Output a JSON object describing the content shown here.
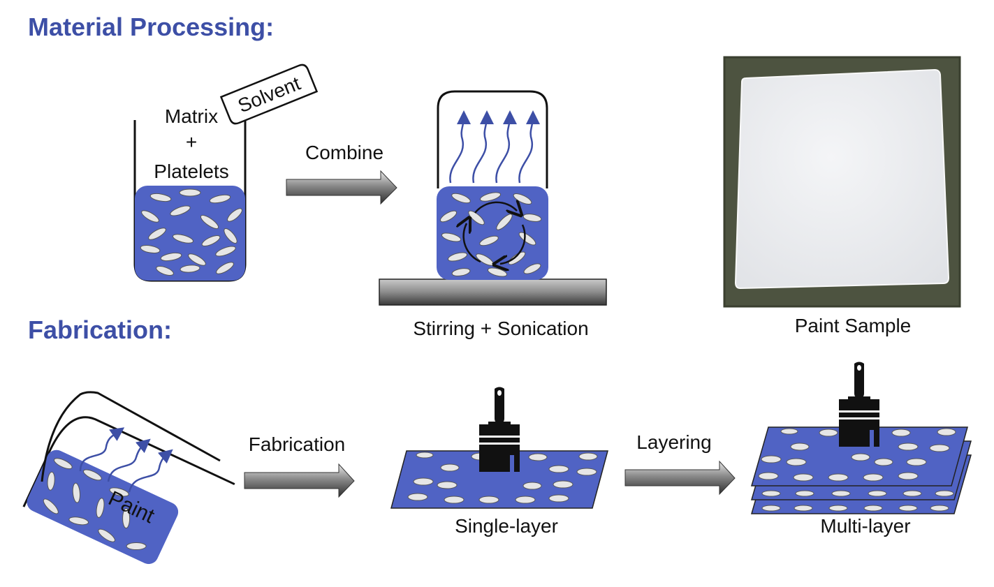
{
  "headings": {
    "material_processing": "Material Processing:",
    "fabrication": "Fabrication:"
  },
  "beaker": {
    "matrix": "Matrix",
    "plus": "+",
    "platelets": "Platelets",
    "solvent": "Solvent"
  },
  "arrows": {
    "combine": "Combine",
    "fabrication": "Fabrication",
    "layering": "Layering"
  },
  "captions": {
    "stirring": "Stirring + Sonication",
    "paint_sample": "Paint Sample",
    "single_layer": "Single-layer",
    "multi_layer": "Multi-layer"
  },
  "paint_container": {
    "paint": "Paint"
  },
  "colors": {
    "accent": "#3d4fa6",
    "paint_fill": "#5063c4",
    "platelet": "#e6e6e6",
    "photo_frame": "#4d5340"
  }
}
